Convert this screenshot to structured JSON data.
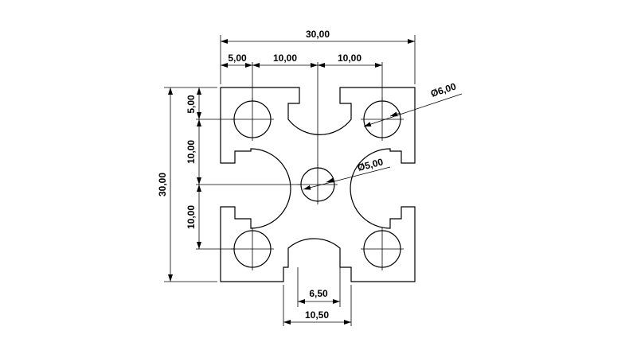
{
  "drawing": {
    "dimensions": {
      "overall_width": "30,00",
      "edge_to_hole": "5,00",
      "hole_to_center_left": "10,00",
      "hole_to_center_right": "10,00",
      "overall_height": "30,00",
      "top_to_hole": "5,00",
      "hole_to_center_top": "10,00",
      "center_to_hole_bottom": "10,00",
      "hole_diameter": "Ø6,00",
      "center_hole_diameter": "Ø5,00",
      "slot_opening": "6,50",
      "slot_width": "10,50"
    }
  }
}
